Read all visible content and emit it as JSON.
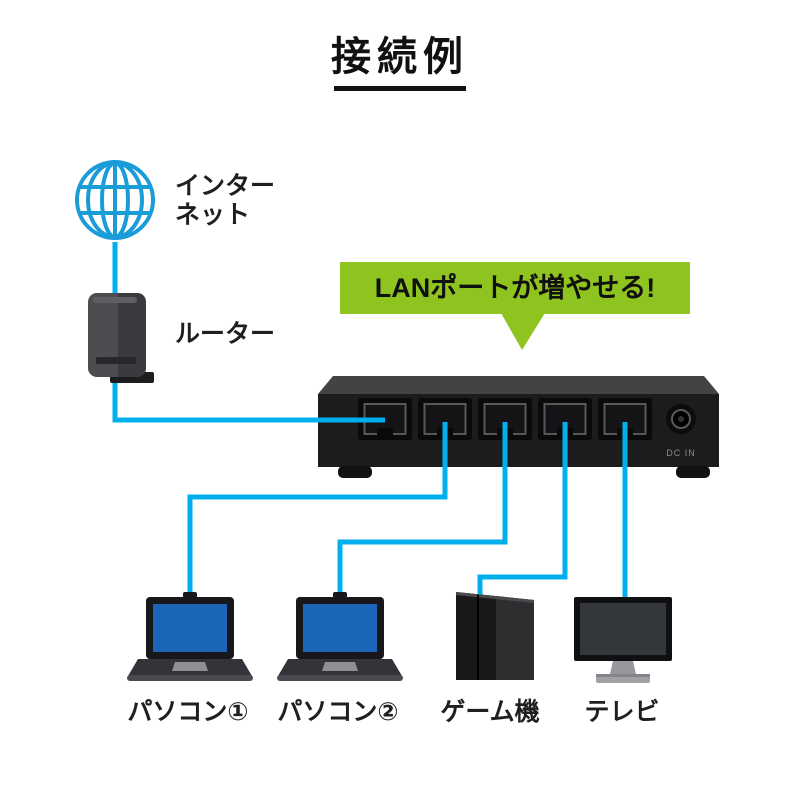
{
  "title": "接続例",
  "callout": {
    "text": "LANポートが増やせる!",
    "color": "#8fc31f"
  },
  "colors": {
    "cable": "#00afec",
    "globe": "#1a9cd8"
  },
  "internet": {
    "label_line1": "インター",
    "label_line2": "ネット"
  },
  "router": {
    "label": "ルーター"
  },
  "switch": {
    "dc_label": "DC IN",
    "port_count": 5
  },
  "devices": [
    {
      "label": "パソコン①"
    },
    {
      "label": "パソコン②"
    },
    {
      "label": "ゲーム機"
    },
    {
      "label": "テレビ"
    }
  ]
}
